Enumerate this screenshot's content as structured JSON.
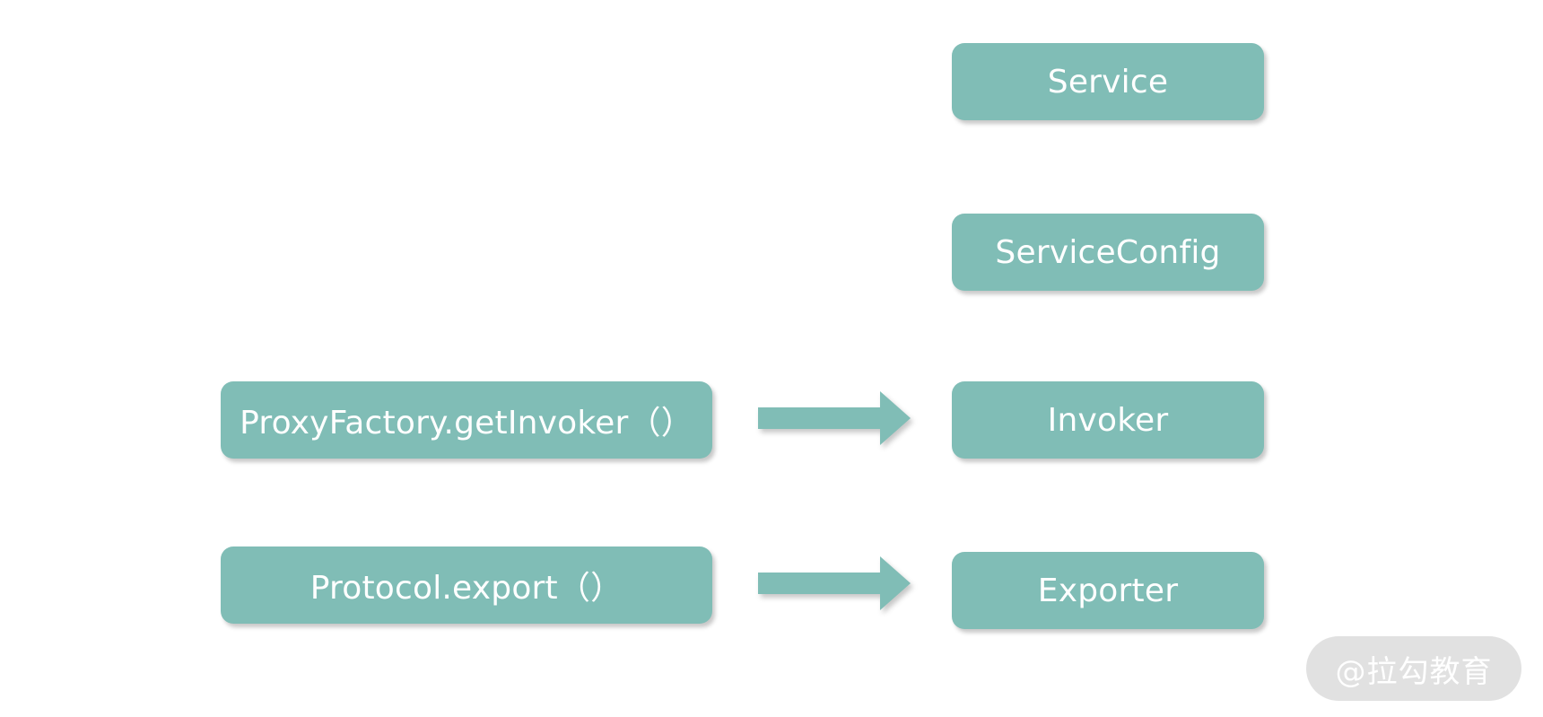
{
  "diagram": {
    "right_column": {
      "service": "Service",
      "service_config": "ServiceConfig",
      "invoker": "Invoker",
      "exporter": "Exporter"
    },
    "left_column": {
      "proxy_factory": "ProxyFactory.getInvoker（）",
      "protocol": "Protocol.export（）"
    }
  },
  "watermark": "@拉勾教育",
  "colors": {
    "box_fill": "#80bdb6",
    "box_text": "#ffffff",
    "arrow_fill": "#80bdb6",
    "background": "#ffffff"
  }
}
